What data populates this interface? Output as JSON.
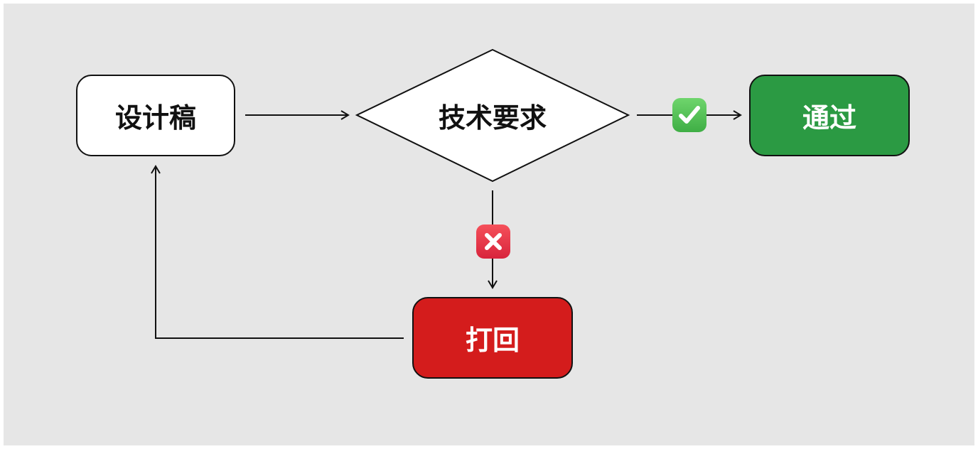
{
  "nodes": {
    "start_label": "设计稿",
    "decision_label": "技术要求",
    "pass_label": "通过",
    "reject_label": "打回"
  },
  "badges": {
    "yes_icon": "check-mark-button-emoji",
    "no_icon": "cross-mark-button-emoji"
  },
  "colors": {
    "background": "#e6e6e6",
    "pass": "#2b9a43",
    "reject": "#d41c1c",
    "start": "#ffffff",
    "line": "#111111"
  }
}
